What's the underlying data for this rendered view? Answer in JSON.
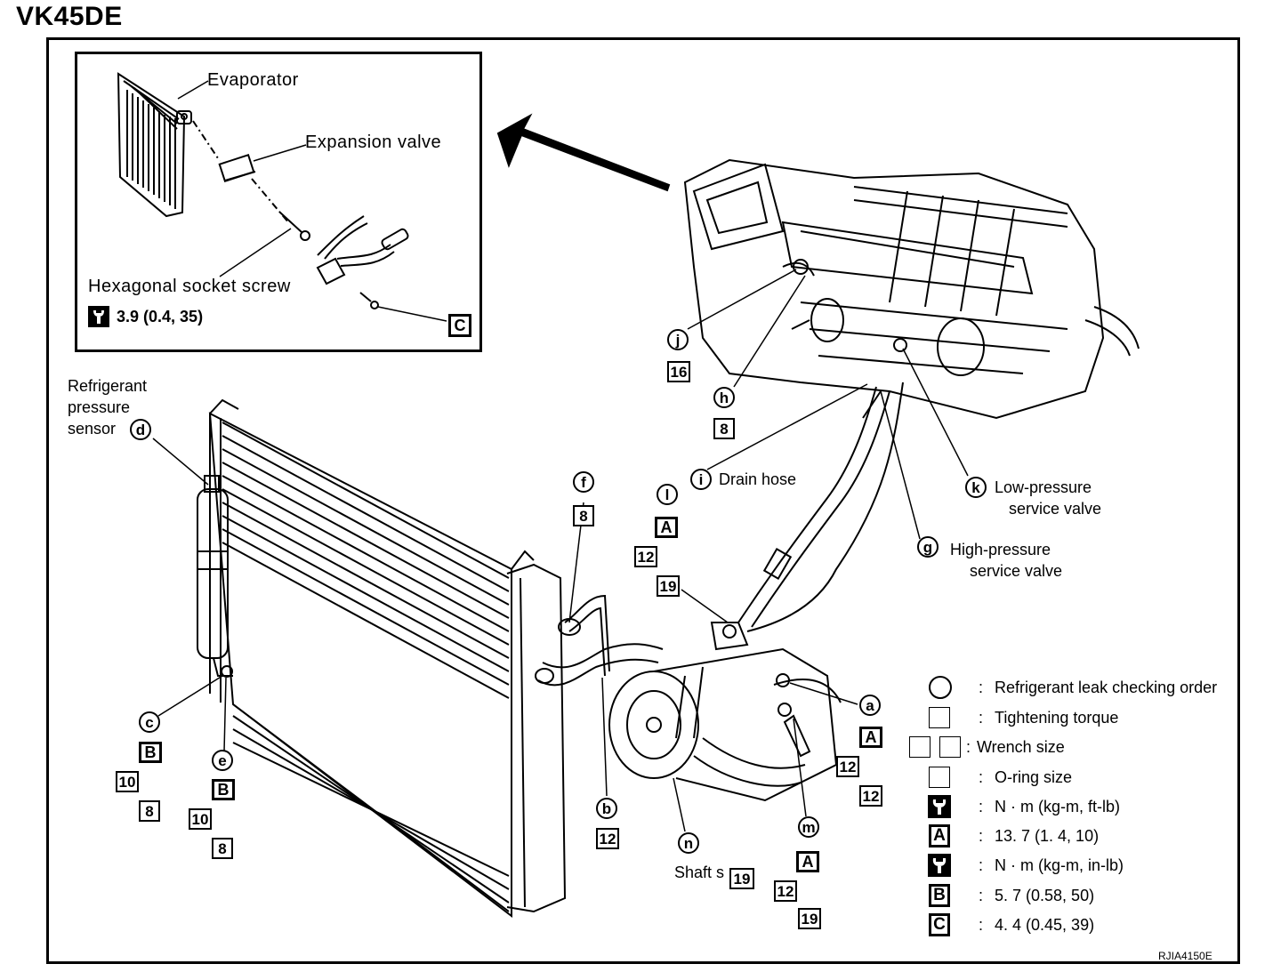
{
  "title": "VK45DE",
  "inset": {
    "evaporator": "Evaporator",
    "expansion_valve": "Expansion valve",
    "hex_screw": "Hexagonal socket screw",
    "screw_torque": "3.9 (0.4, 35)",
    "torque_marker": "C"
  },
  "labels": {
    "sensor_line1": "Refrigerant",
    "sensor_line2": "pressure",
    "sensor_line3": "sensor",
    "drain_hose": "Drain hose",
    "low_pressure_1": "Low-pressure",
    "low_pressure_2": "service valve",
    "high_pressure_1": "High-pressure",
    "high_pressure_2": "service valve",
    "shaft": "Shaft s"
  },
  "circles": {
    "a": "a",
    "b": "b",
    "c": "c",
    "d": "d",
    "e": "e",
    "f": "f",
    "g": "g",
    "h": "h",
    "i": "i",
    "j": "j",
    "k": "k",
    "l": "l",
    "m": "m",
    "n": "n"
  },
  "boxes": {
    "j_size": "16",
    "h_size": "8",
    "f_size": "8",
    "l_torque": "A",
    "l_wrench": "12",
    "l_size": "19",
    "a_torque": "A",
    "a_wrench": "12",
    "a_size": "12",
    "c_torque": "B",
    "c_wrench": "10",
    "c_size": "8",
    "e_torque": "B",
    "e_wrench": "10",
    "e_size": "8",
    "b_size": "12",
    "n_size": "19",
    "m_torque": "A",
    "m_wrench": "12",
    "m_size": "19"
  },
  "legend": {
    "leak_order": "Refrigerant leak checking order",
    "tightening_torque": "Tightening torque",
    "wrench_size": "Wrench size",
    "oring_size": "O-ring size",
    "unit_ftlb": "N · m (kg-m, ft-lb)",
    "a_letter": "A",
    "a_value": "13. 7 (1. 4, 10)",
    "unit_inlb": "N · m (kg-m, in-lb)",
    "b_letter": "B",
    "b_value": "5. 7 (0.58, 50)",
    "c_letter": "C",
    "c_value": "4. 4 (0.45, 39)",
    "colon": ":"
  },
  "ref_code": "RJIA4150E"
}
